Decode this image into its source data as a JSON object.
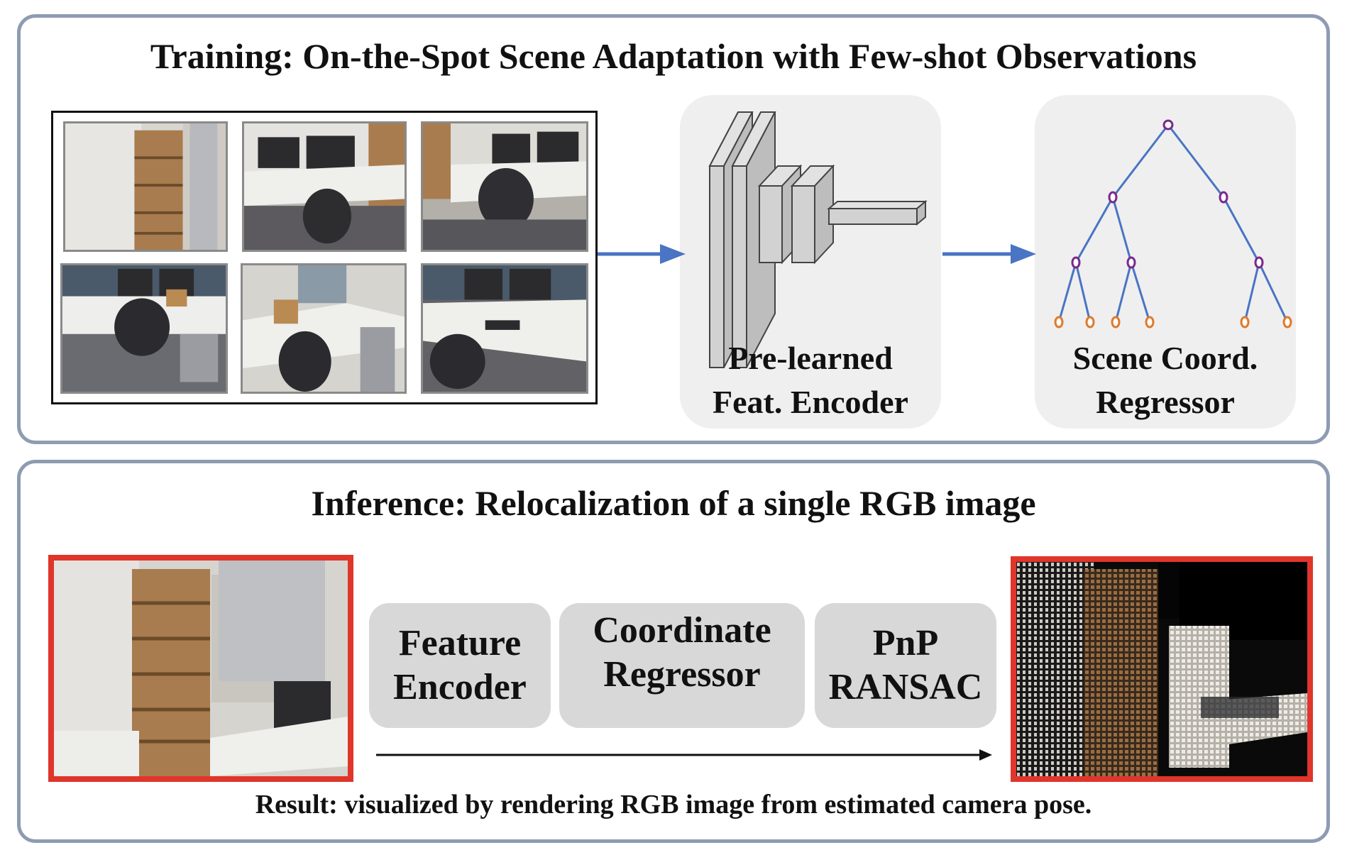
{
  "training": {
    "title": "Training: On-the-Spot Scene Adaptation with Few-shot Observations",
    "encoder_label": [
      "Pre-learned",
      "Feat. Encoder"
    ],
    "regressor_label": [
      "Scene Coord.",
      "Regressor"
    ]
  },
  "inference": {
    "title": "Inference: Relocalization of a single RGB image",
    "stages": [
      {
        "lines": [
          "Feature",
          "Encoder"
        ]
      },
      {
        "lines": [
          "Coordinate",
          "Regressor"
        ]
      },
      {
        "lines": [
          "PnP",
          "RANSAC"
        ]
      }
    ],
    "caption": "Result: visualized by rendering RGB image from estimated camera pose."
  },
  "colors": {
    "panel_border": "#8e9cb2",
    "arrow_blue": "#4a74c4",
    "highlight_red": "#e0352b",
    "module_bg": "#efefef",
    "stage_bg": "#d8d8d8",
    "tree_node_top": "#7a2a8c",
    "tree_leaf": "#e07a2a"
  }
}
